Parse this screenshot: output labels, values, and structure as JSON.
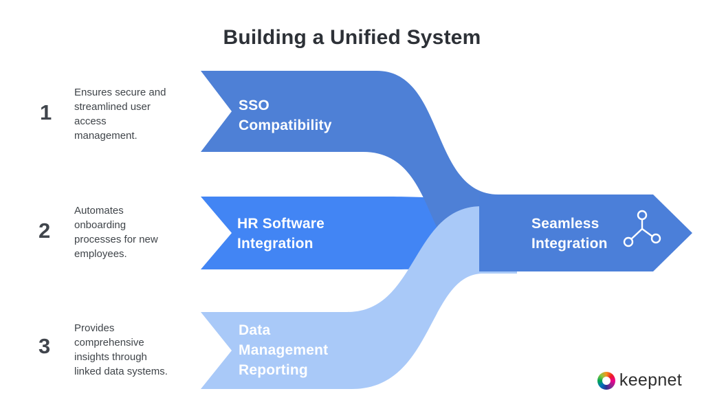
{
  "title": "Building a Unified System",
  "steps": [
    {
      "number": "1",
      "description": "Ensures secure and\nstreamlined user\naccess\nmanagement.",
      "label": "SSO\nCompatibility",
      "color": "#4e80d6"
    },
    {
      "number": "2",
      "description": "Automates\nonboarding\nprocesses for new\nemployees.",
      "label": "HR Software\nIntegration",
      "color": "#4285f4"
    },
    {
      "number": "3",
      "description": "Provides\ncomprehensive\ninsights through\nlinked data systems.",
      "label": "Data\nManagement\nReporting",
      "color": "#a9c9f8"
    }
  ],
  "result": {
    "label": "Seamless\nIntegration",
    "color": "#4b7fd9",
    "icon": "network-nodes-icon"
  },
  "logo": {
    "text": "keepnet"
  }
}
